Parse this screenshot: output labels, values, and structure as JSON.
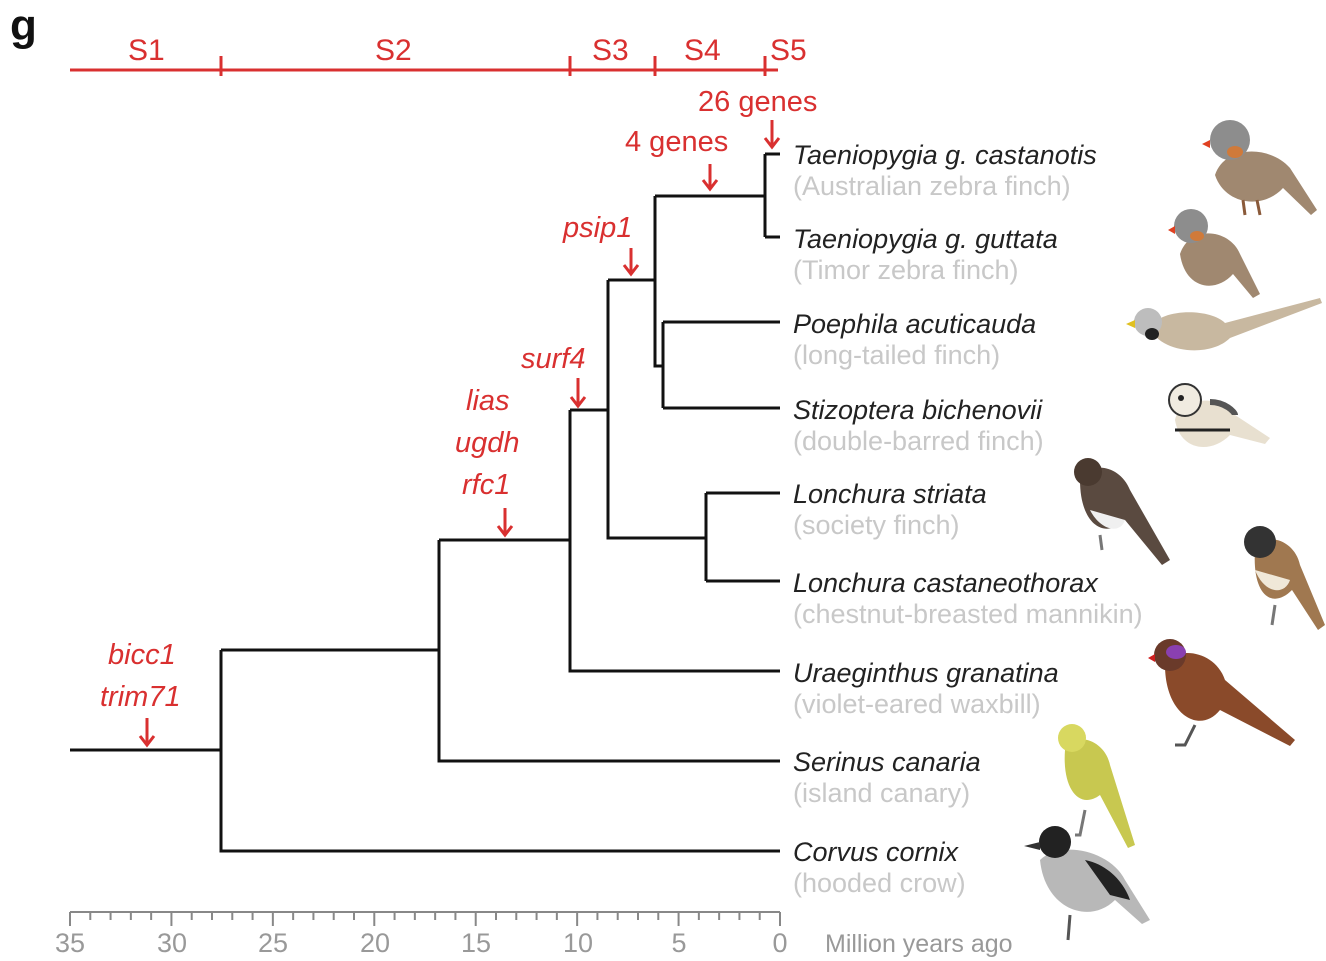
{
  "panel_label": "g",
  "colors": {
    "red": "#d93030",
    "tree": "#111111",
    "common_name": "#c8c8c8",
    "axis": "#999999"
  },
  "strata": [
    "S1",
    "S2",
    "S3",
    "S4",
    "S5"
  ],
  "axis": {
    "ticks": [
      "35",
      "30",
      "25",
      "20",
      "15",
      "10",
      "5",
      "0"
    ],
    "label": "Million years ago"
  },
  "events": {
    "e26": "26 genes",
    "e4": "4 genes",
    "psip1": "psip1",
    "surf4": "surf4",
    "lias": "lias",
    "ugdh": "ugdh",
    "rfc1": "rfc1",
    "bicc1": "bicc1",
    "trim71": "trim71"
  },
  "taxa": [
    {
      "sci": "Taeniopygia g. castanotis",
      "common": "(Australian zebra finch)",
      "icon": "zebra-finch-icon"
    },
    {
      "sci": "Taeniopygia g. guttata",
      "common": "(Timor zebra finch)",
      "icon": "timor-zebra-finch-icon"
    },
    {
      "sci": "Poephila acuticauda",
      "common": "(long-tailed finch)",
      "icon": "long-tailed-finch-icon"
    },
    {
      "sci": "Stizoptera bichenovii",
      "common": "(double-barred finch)",
      "icon": "double-barred-finch-icon"
    },
    {
      "sci": "Lonchura striata",
      "common": "(society finch)",
      "icon": "society-finch-icon"
    },
    {
      "sci": "Lonchura castaneothorax",
      "common": "(chestnut-breasted mannikin)",
      "icon": "mannikin-icon"
    },
    {
      "sci": "Uraeginthus granatina",
      "common": "(violet-eared waxbill)",
      "icon": "waxbill-icon"
    },
    {
      "sci": "Serinus canaria",
      "common": "(island canary)",
      "icon": "canary-icon"
    },
    {
      "sci": "Corvus cornix",
      "common": "(hooded crow)",
      "icon": "hooded-crow-icon"
    }
  ]
}
